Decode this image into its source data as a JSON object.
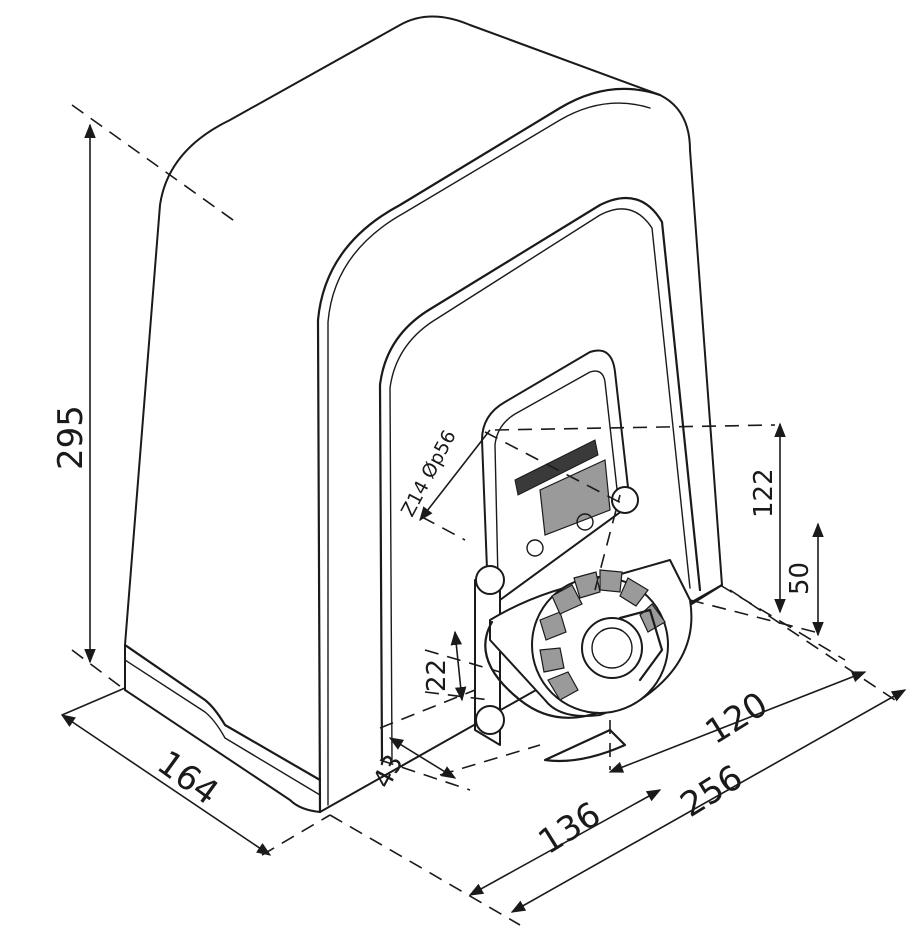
{
  "dimensions": {
    "height": "295",
    "depth": "164",
    "pinion_height": "122",
    "pinion_center": "50",
    "pinion_width": "22",
    "base_offset": "43",
    "pinion_offset": "120",
    "front_offset": "136",
    "total_length": "256",
    "pinion_spec": "Z14 Øp56"
  }
}
